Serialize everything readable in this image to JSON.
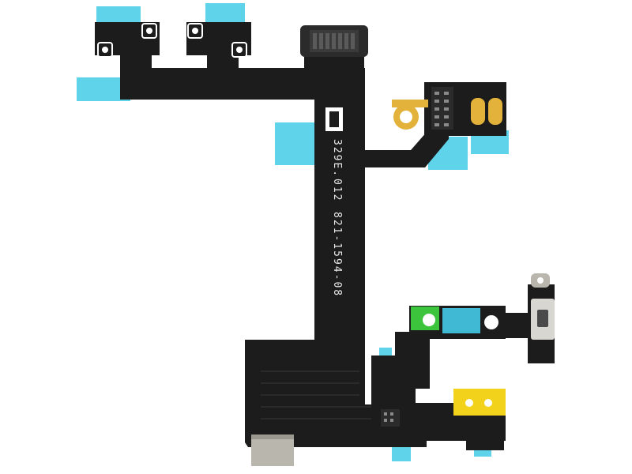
{
  "photo": {
    "subject_icon": "flex-cable-icon",
    "colors": {
      "background": "#ffffff",
      "flex": "#1c1c1c",
      "flex_edge": "#2a2a2a",
      "adhesive": "#5fd3ea",
      "adhesive_dark": "#3fb9d4",
      "gold": "#e3b23a",
      "green_pad": "#3cc43c",
      "yellow_pad": "#f2d21a",
      "metal": "#b9b6ad",
      "component": "#2b2b2b"
    },
    "printed_text": {
      "part_number": "821-1594-08",
      "code": "012",
      "logo": "329E."
    }
  }
}
